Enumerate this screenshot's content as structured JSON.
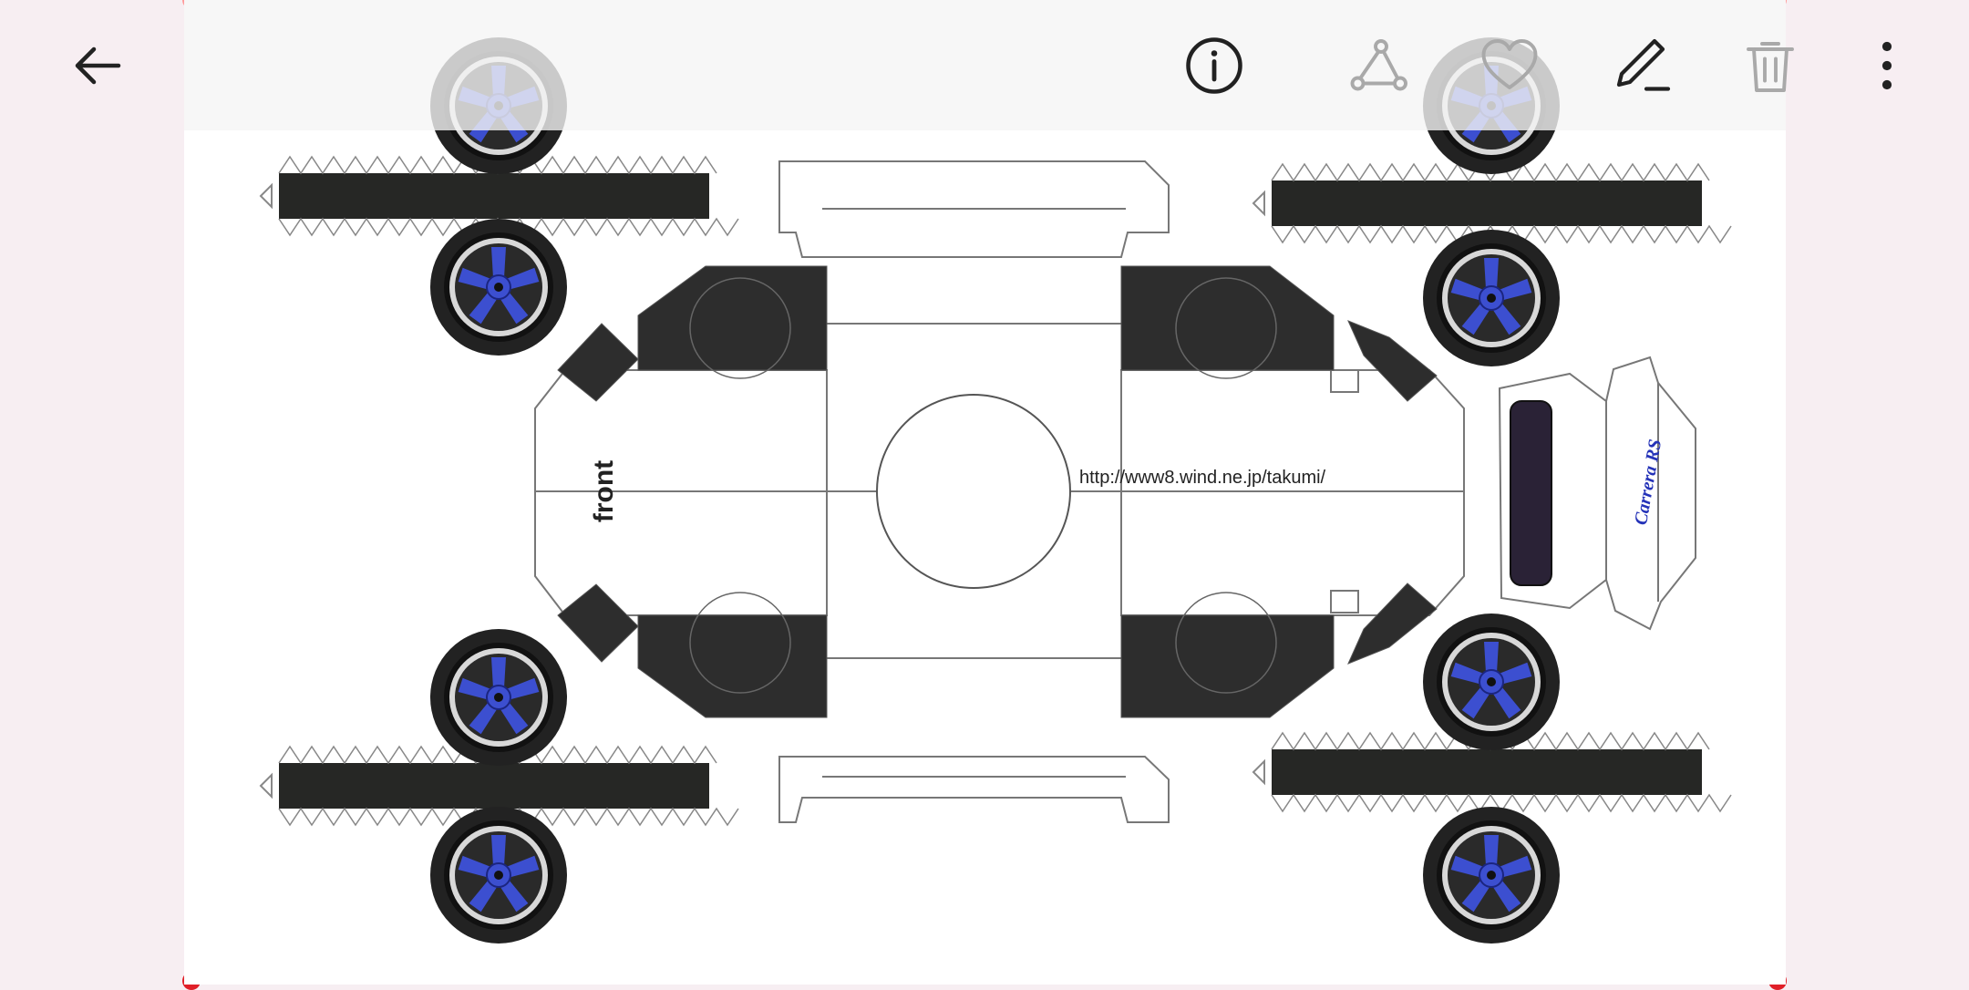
{
  "toolbar": {
    "back": {
      "label": "Back",
      "icon": "arrow-left-icon"
    },
    "details": {
      "label": "Details",
      "icon": "info-icon"
    },
    "share": {
      "label": "Share",
      "icon": "share-icon",
      "disabled": true
    },
    "favourite": {
      "label": "Favourite",
      "icon": "heart-outline-icon",
      "disabled": true
    },
    "edit": {
      "label": "Edit",
      "icon": "pencil-icon"
    },
    "delete": {
      "label": "Delete",
      "icon": "trash-icon",
      "disabled": true
    },
    "more": {
      "label": "More options",
      "icon": "more-vertical-icon"
    }
  },
  "image": {
    "front_label": "front",
    "url_text": "http://www8.wind.ne.jp/takumi/",
    "logo_text": "Carrera RS"
  },
  "colors": {
    "wheel_rim": "#3c4fd0",
    "tire": "#222222",
    "panel": "#2d2d2d",
    "logo": "#2533b8",
    "toolbar_icon": "#222222",
    "toolbar_icon_disabled": "#a9a9a9"
  }
}
